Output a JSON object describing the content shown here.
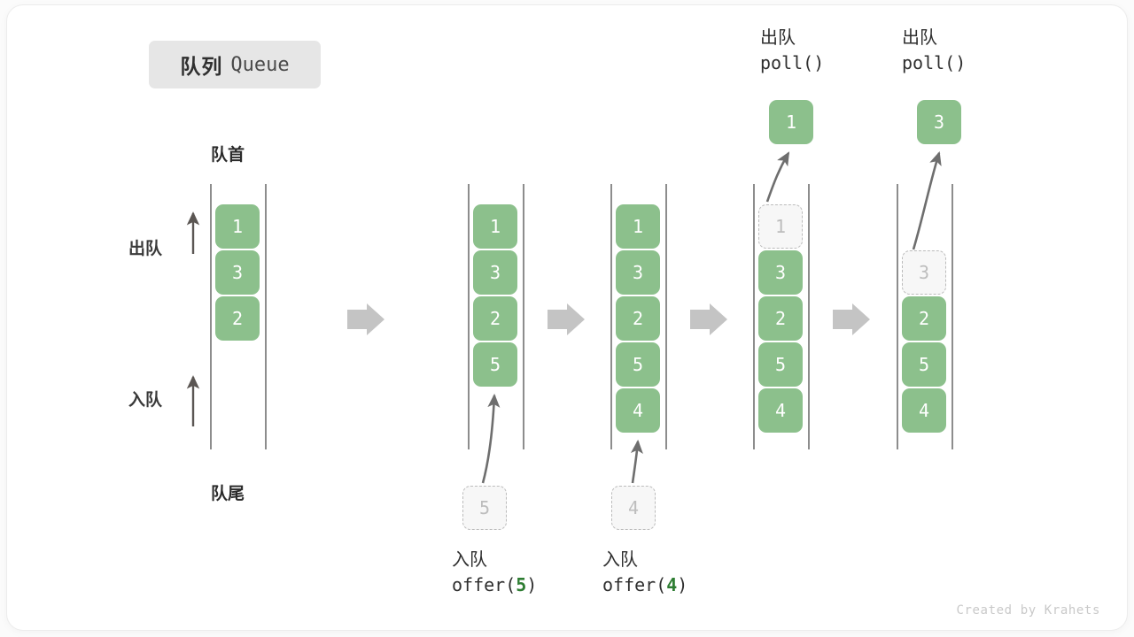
{
  "title": {
    "cn": "队列",
    "en": "Queue"
  },
  "labels": {
    "front": "队首",
    "rear": "队尾",
    "dequeue_side": "出队",
    "enqueue_side": "入队"
  },
  "credit": "Created by Krahets",
  "colors": {
    "element_fill": "#8cc08c",
    "element_text": "#ffffff",
    "ghost_fill": "#f7f7f7",
    "ghost_border": "#bcbcbc",
    "ghost_text": "#bdbdbd",
    "rail": "#8d8d8d",
    "step_arrow": "#c4c4c4",
    "motion_arrow": "#6e6e6e",
    "badge_bg": "#e6e6e6",
    "accent_arg": "#2e7d32"
  },
  "operations": [
    {
      "cn": "入队",
      "code_prefix": "offer(",
      "arg": "5",
      "code_suffix": ")"
    },
    {
      "cn": "入队",
      "code_prefix": "offer(",
      "arg": "4",
      "code_suffix": ")"
    },
    {
      "cn": "出队",
      "code_prefix": "poll(",
      "arg": "",
      "code_suffix": ")"
    },
    {
      "cn": "出队",
      "code_prefix": "poll(",
      "arg": "",
      "code_suffix": ")"
    }
  ],
  "stages": [
    {
      "name": "initial",
      "cells": [
        {
          "value": "1",
          "state": "filled",
          "slot": 0
        },
        {
          "value": "3",
          "state": "filled",
          "slot": 1
        },
        {
          "value": "2",
          "state": "filled",
          "slot": 2
        }
      ],
      "pending": null,
      "popped": null
    },
    {
      "name": "after-offer-5",
      "cells": [
        {
          "value": "1",
          "state": "filled",
          "slot": 0
        },
        {
          "value": "3",
          "state": "filled",
          "slot": 1
        },
        {
          "value": "2",
          "state": "filled",
          "slot": 2
        },
        {
          "value": "5",
          "state": "filled",
          "slot": 3
        }
      ],
      "pending": {
        "value": "5",
        "state": "ghost"
      },
      "popped": null
    },
    {
      "name": "after-offer-4",
      "cells": [
        {
          "value": "1",
          "state": "filled",
          "slot": 0
        },
        {
          "value": "3",
          "state": "filled",
          "slot": 1
        },
        {
          "value": "2",
          "state": "filled",
          "slot": 2
        },
        {
          "value": "5",
          "state": "filled",
          "slot": 3
        },
        {
          "value": "4",
          "state": "filled",
          "slot": 4
        }
      ],
      "pending": {
        "value": "4",
        "state": "ghost"
      },
      "popped": null
    },
    {
      "name": "after-poll-1",
      "cells": [
        {
          "value": "1",
          "state": "ghost",
          "slot": 0
        },
        {
          "value": "3",
          "state": "filled",
          "slot": 1
        },
        {
          "value": "2",
          "state": "filled",
          "slot": 2
        },
        {
          "value": "5",
          "state": "filled",
          "slot": 3
        },
        {
          "value": "4",
          "state": "filled",
          "slot": 4
        }
      ],
      "pending": null,
      "popped": {
        "value": "1",
        "state": "filled"
      }
    },
    {
      "name": "after-poll-3",
      "cells": [
        {
          "value": "3",
          "state": "ghost",
          "slot": 1
        },
        {
          "value": "2",
          "state": "filled",
          "slot": 2
        },
        {
          "value": "5",
          "state": "filled",
          "slot": 3
        },
        {
          "value": "4",
          "state": "filled",
          "slot": 4
        }
      ],
      "pending": null,
      "popped": {
        "value": "3",
        "state": "filled"
      }
    }
  ]
}
